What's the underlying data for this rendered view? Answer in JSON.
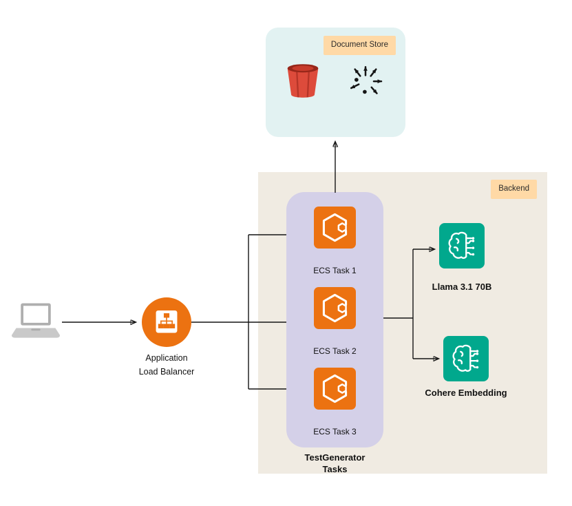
{
  "groups": {
    "document_store": {
      "badge": "Document Store"
    },
    "backend": {
      "badge": "Backend"
    }
  },
  "task_group": {
    "title": "TestGenerator Tasks",
    "tasks": [
      {
        "label": "ECS Task 1"
      },
      {
        "label": "ECS Task 2"
      },
      {
        "label": "ECS Task 3"
      }
    ]
  },
  "models": {
    "llm": {
      "label": "Llama 3.1 70B"
    },
    "embedding": {
      "label": "Cohere Embedding"
    }
  },
  "load_balancer": {
    "label": "Application Load Balancer"
  },
  "icons": {
    "s3_bucket": "s3-bucket-icon",
    "graph": "distributed-graph-icon",
    "ecs": "ecs-container-icon",
    "ai_chip": "ai-chip-icon",
    "laptop": "laptop-icon",
    "alb": "load-balancer-icon"
  },
  "colors": {
    "aws_orange": "#EC7211",
    "ml_teal": "#01A88D",
    "s3_red": "#DD4B3B",
    "badge_bg": "#FFD9A6",
    "backend_bg": "#F0EBE2",
    "document_store_bg": "#E2F2F2",
    "task_container_bg": "#D4D0E8",
    "connector": "#141414"
  }
}
